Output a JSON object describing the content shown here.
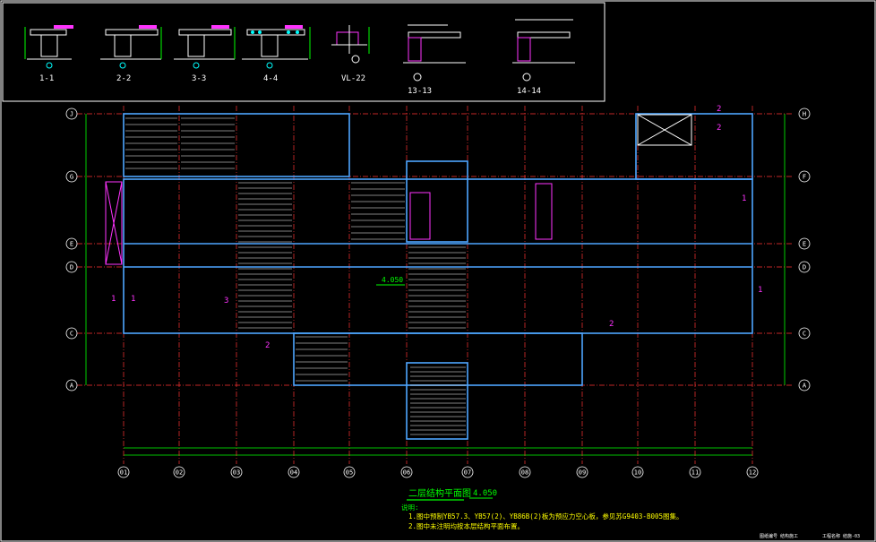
{
  "sections": [
    {
      "label": "1-1"
    },
    {
      "label": "2-2"
    },
    {
      "label": "3-3"
    },
    {
      "label": "4-4"
    },
    {
      "label": "VL-22"
    },
    {
      "label": "13-13"
    },
    {
      "label": "14-14"
    }
  ],
  "axes": {
    "rows_left": [
      "J",
      "G",
      "E",
      "D",
      "C",
      "A"
    ],
    "rows_right": [
      "H",
      "F",
      "E",
      "D",
      "C",
      "A"
    ],
    "columns": [
      "01",
      "02",
      "03",
      "04",
      "05",
      "06",
      "07",
      "08",
      "09",
      "10",
      "11",
      "12"
    ]
  },
  "plan": {
    "title": "二层结构平面图",
    "elevation": "4.050",
    "level_mark": "4.050",
    "section_marks": [
      "1",
      "1",
      "1",
      "1",
      "2",
      "2",
      "2",
      "2",
      "3"
    ]
  },
  "notes": {
    "heading": "说明:",
    "items": [
      "1.图中预制YB57.3、YB57(2)、YB86B(2)板为预应力空心板，参见苏G9403-B005图集。",
      "2.图中未注明均按本层结构平面布置。"
    ]
  },
  "title_block": {
    "left": "图纸编号 结构施工",
    "right": "工程名称 结施-03"
  },
  "colors": {
    "grid": "#ff3333",
    "beam": "#4da6ff",
    "wall": "#ffffff",
    "dim": "#00ff00",
    "accent": "#ff33ff",
    "text": "#ffff00"
  }
}
